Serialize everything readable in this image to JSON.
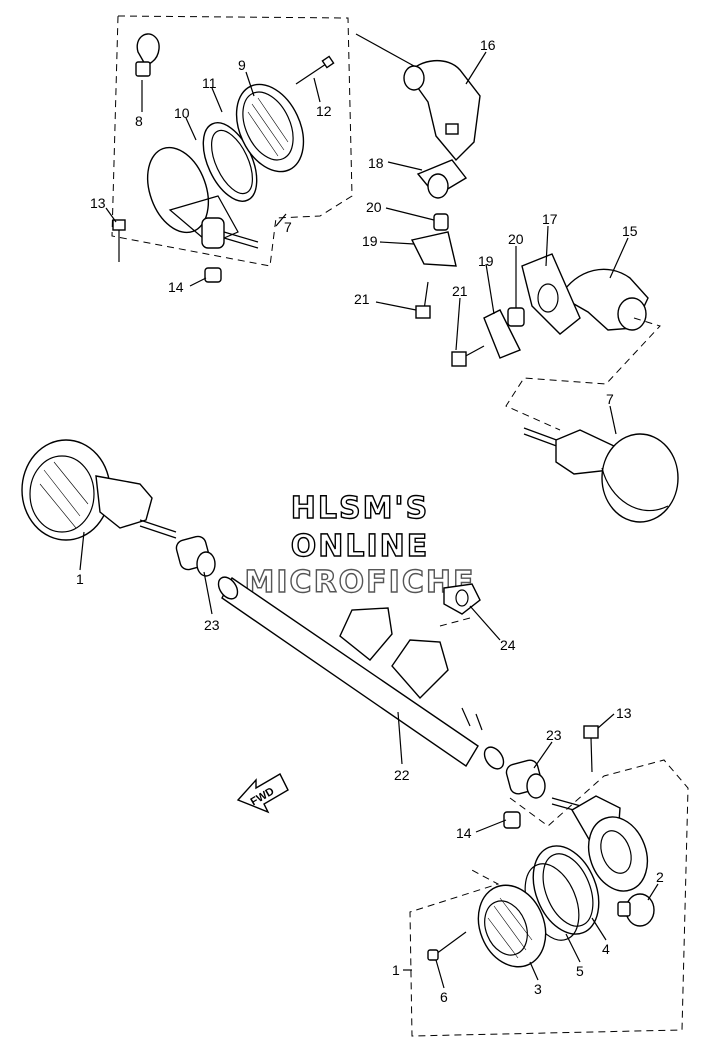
{
  "watermark": {
    "line1": "HLSM'S",
    "line2": "ONLINE",
    "line3": "MICROFICHE"
  },
  "fwd_label": "FWD",
  "callouts": {
    "c1a": "1",
    "c1b": "1",
    "c2": "2",
    "c3": "3",
    "c4": "4",
    "c5": "5",
    "c6": "6",
    "c7a": "7",
    "c7b": "7",
    "c8": "8",
    "c9": "9",
    "c10": "10",
    "c11": "11",
    "c12": "12",
    "c13a": "13",
    "c13b": "13",
    "c14a": "14",
    "c14b": "14",
    "c15": "15",
    "c16": "16",
    "c17": "17",
    "c18": "18",
    "c19a": "19",
    "c19b": "19",
    "c20a": "20",
    "c20b": "20",
    "c21a": "21",
    "c21b": "21",
    "c22": "22",
    "c23a": "23",
    "c23b": "23",
    "c24": "24"
  }
}
